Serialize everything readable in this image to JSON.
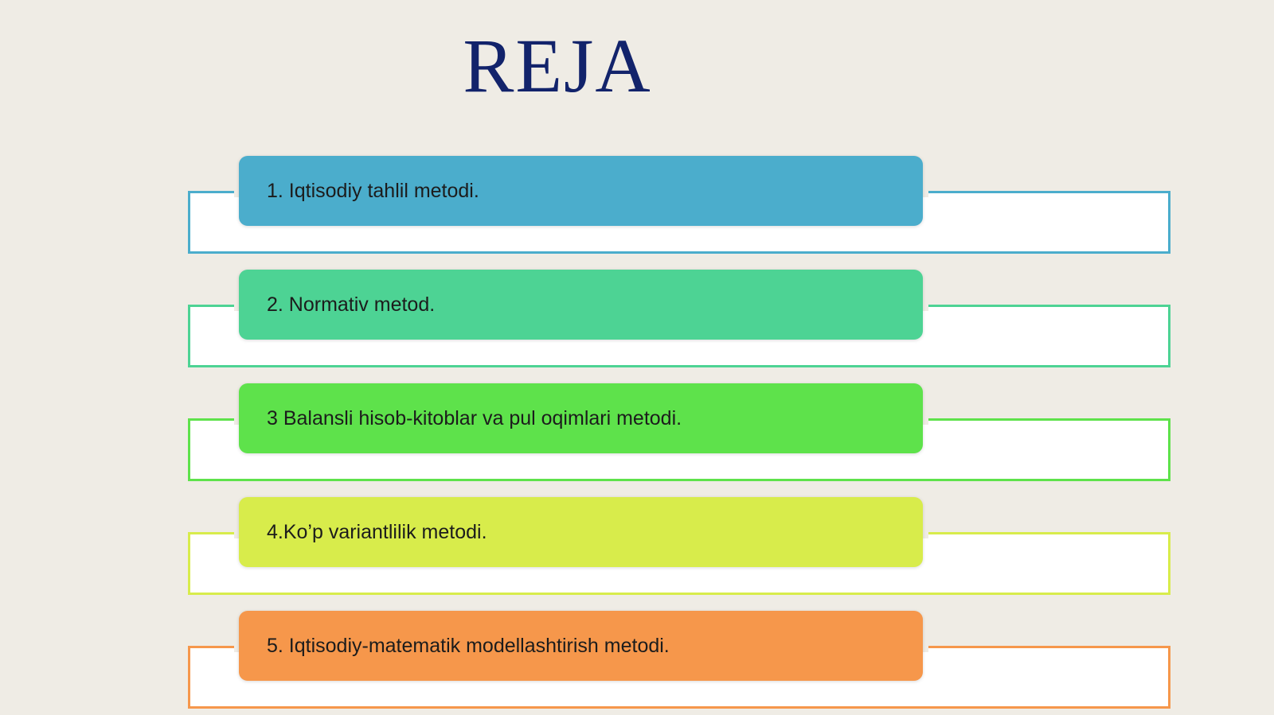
{
  "slide": {
    "title": "REJA",
    "items": [
      {
        "label": "1. Iqtisodiy tahlil metodi.",
        "color": "#4badcc",
        "frame_color": "#4badcc"
      },
      {
        "label": "2. Normativ metod.",
        "color": "#4dd394",
        "frame_color": "#4dd394"
      },
      {
        "label": "3 Balansli hisob-kitoblar va pul oqimlari metodi.",
        "color": "#5ee24b",
        "frame_color": "#5ee24b"
      },
      {
        "label": "4.Ko’p variantlilik metodi.",
        "color": "#d8ec4b",
        "frame_color": "#d8ec4b"
      },
      {
        "label": "5. Iqtisodiy-matematik modellashtirish metodi.",
        "color": "#f6974b",
        "frame_color": "#f6974b"
      }
    ]
  }
}
